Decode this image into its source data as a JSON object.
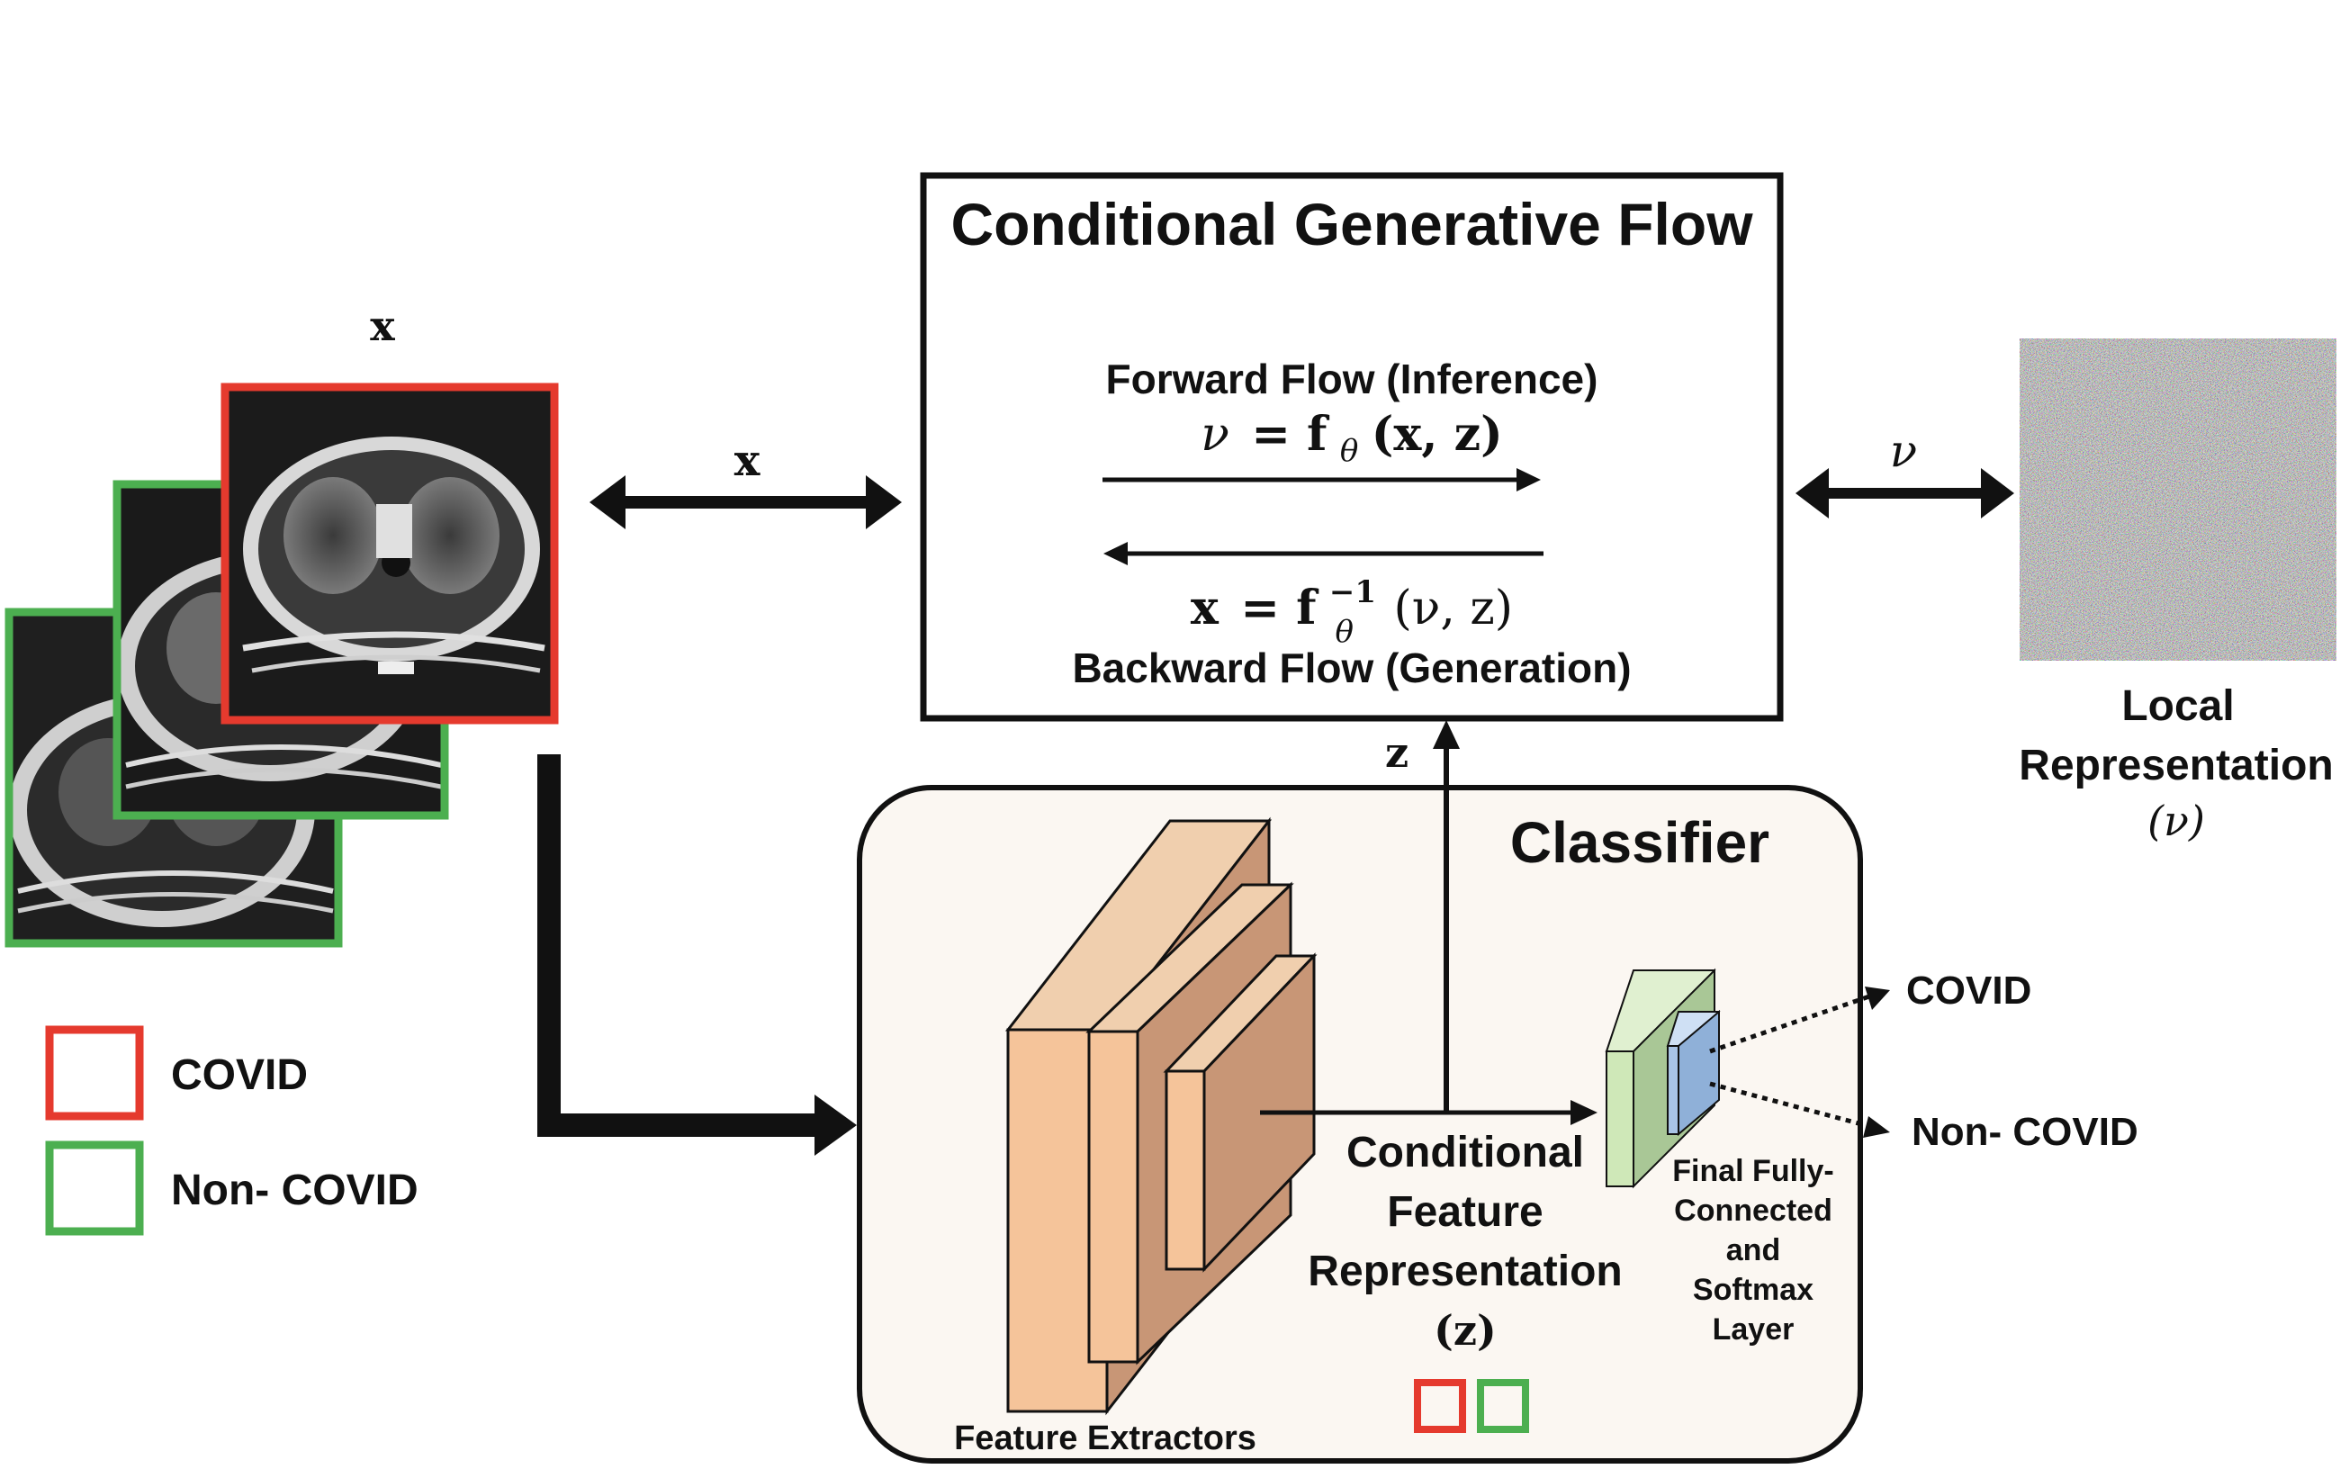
{
  "input_label": "x",
  "flow_box": {
    "title": "Conditional Generative Flow",
    "forward_label": "Forward Flow (Inference)",
    "forward_eq_lhs": "ν",
    "forward_eq_rhs": "= f",
    "forward_eq_sub": "θ",
    "forward_eq_args": "(x, z)",
    "backward_eq_lhs": "x",
    "backward_eq_rhs": "= f",
    "backward_eq_sup": "−1",
    "backward_eq_sub": "θ",
    "backward_eq_args": "(ν, z)",
    "backward_label": "Backward Flow (Generation)"
  },
  "arrow_x_label": "x",
  "arrow_nu_label": "ν",
  "arrow_z_label": "z",
  "local_rep": {
    "line1": "Local",
    "line2": "Representation",
    "line3": "(ν)"
  },
  "classifier": {
    "title": "Classifier",
    "feature_extractors": "Feature Extractors",
    "cond_line1": "Conditional",
    "cond_line2": "Feature",
    "cond_line3": "Representation",
    "cond_line4": "(z)",
    "fc_line1": "Final Fully-",
    "fc_line2": "Connected",
    "fc_line3": "and",
    "fc_line4": "Softmax",
    "fc_line5": "Layer"
  },
  "outputs": {
    "covid": "COVID",
    "non_covid": "Non- COVID"
  },
  "legend": {
    "covid": "COVID",
    "non_covid": "Non- COVID"
  },
  "colors": {
    "covid_red": "#e53a2e",
    "noncovid_green": "#4caf50",
    "classifier_bg": "#fbf7f2",
    "extractor_front": "#f5c49a",
    "extractor_side": "#c9987a",
    "fc_green": "#cfe8b8",
    "fc_blue": "#a9c4e6"
  }
}
